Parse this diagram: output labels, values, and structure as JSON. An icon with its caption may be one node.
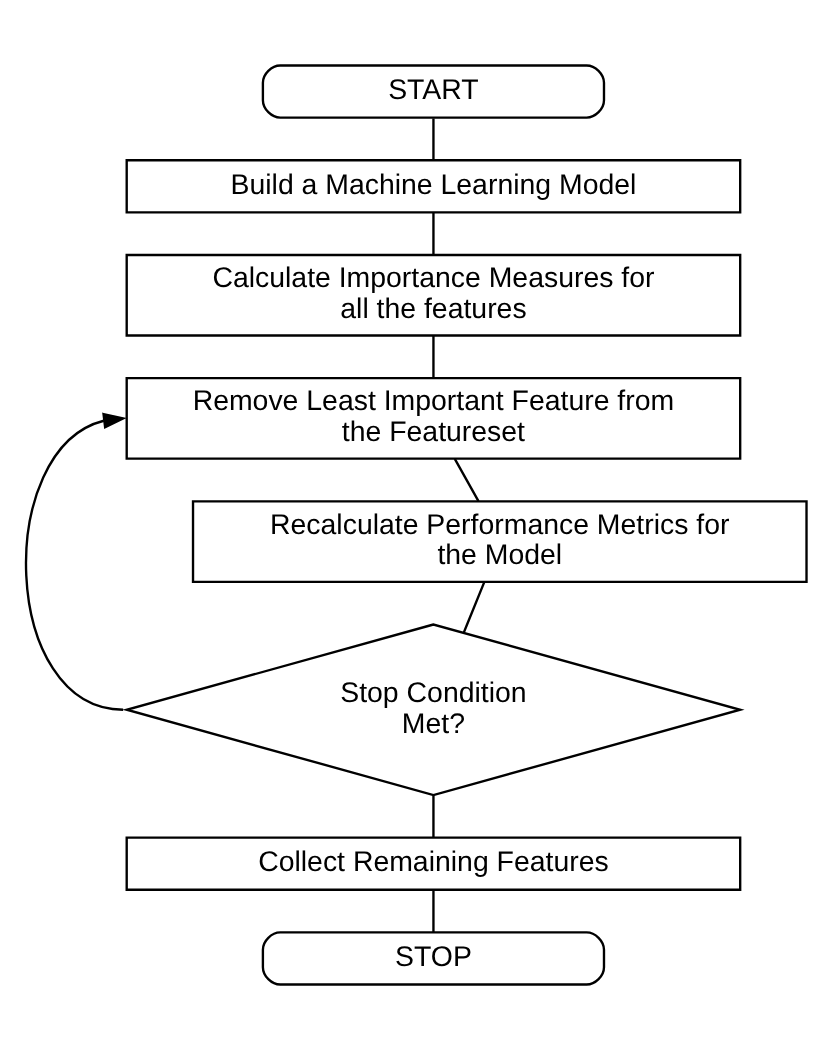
{
  "diagram": {
    "nodes": [
      {
        "text": [
          "START"
        ]
      },
      {
        "text": [
          "Build a Machine Learning Model"
        ]
      },
      {
        "text": [
          "Calculate Importance Measures for all the features"
        ]
      },
      {
        "text": [
          "Remove Least Important Feature from the Featureset"
        ]
      },
      {
        "text": [
          "Recalculate Performance Metrics for the Model"
        ]
      },
      {
        "text": [
          "Stop Condition Met?"
        ]
      },
      {
        "text": [
          "Collect Remaining Features"
        ]
      },
      {
        "text": [
          "STOP"
        ]
      }
    ],
    "edges": [
      {
        "from": 0,
        "to": 1,
        "arrow": "none"
      },
      {
        "from": 1,
        "to": 2,
        "arrow": "none"
      },
      {
        "from": 2,
        "to": 3,
        "arrow": "none"
      },
      {
        "from": 3,
        "to": 4,
        "arrow": "none"
      },
      {
        "from": 4,
        "to": 5,
        "arrow": "none"
      },
      {
        "from": 5,
        "to": 3,
        "arrow": "to"
      },
      {
        "from": 5,
        "to": 6,
        "arrow": "none"
      },
      {
        "from": 6,
        "to": 7,
        "arrow": "none"
      }
    ]
  }
}
